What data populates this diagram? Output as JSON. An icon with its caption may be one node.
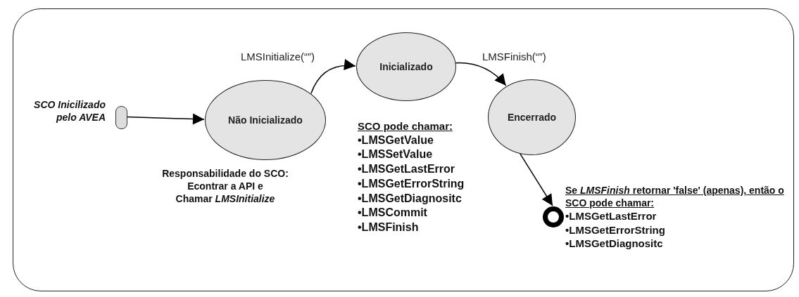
{
  "diagram": {
    "nodes": [
      {
        "text": [],
        "shape": "box"
      },
      {
        "text": [],
        "shape": "box",
        "in": 0,
        "beside": [
          "SCO Inicilizado pelo AVEA"
        ]
      },
      {
        "text": [
          "Não Inicializado"
        ],
        "in": 0,
        "beside": [
          "Responsabilidade do SCO:",
          "Econtrar a API e Chamar *LMSInitialize*"
        ]
      },
      {
        "text": [
          "Inicializado"
        ],
        "in": 0,
        "beside": [
          "SCO pode chamar:",
          "•LMSGetValue",
          "•LMSSetValue",
          "•LMSGetLastError",
          "•LMSGetErrorString",
          "•LMSGetDiagnositc",
          "•LMSCommit",
          "•LMSFinish"
        ]
      },
      {
        "text": [
          "Encerrado"
        ],
        "in": 0
      },
      {
        "text": [],
        "shape": "circle",
        "in": 0,
        "beside": [
          "Se *LMSFinish* retornar 'false' (apenas), então o SCO pode chamar:",
          "•LMSGetLastError",
          "•LMSGetErrorString",
          "•LMSGetDiagnositc"
        ]
      }
    ],
    "edges": [
      {
        "from": 1,
        "to": 2,
        "arrow": "to"
      },
      {
        "from": 2,
        "to": 3,
        "arrow": "to",
        "label": "LMSInitialize(“”)"
      },
      {
        "from": 3,
        "to": 4,
        "arrow": "to",
        "label": "LMSFinish(“”)"
      },
      {
        "from": 4,
        "to": 5,
        "arrow": "to"
      }
    ]
  }
}
